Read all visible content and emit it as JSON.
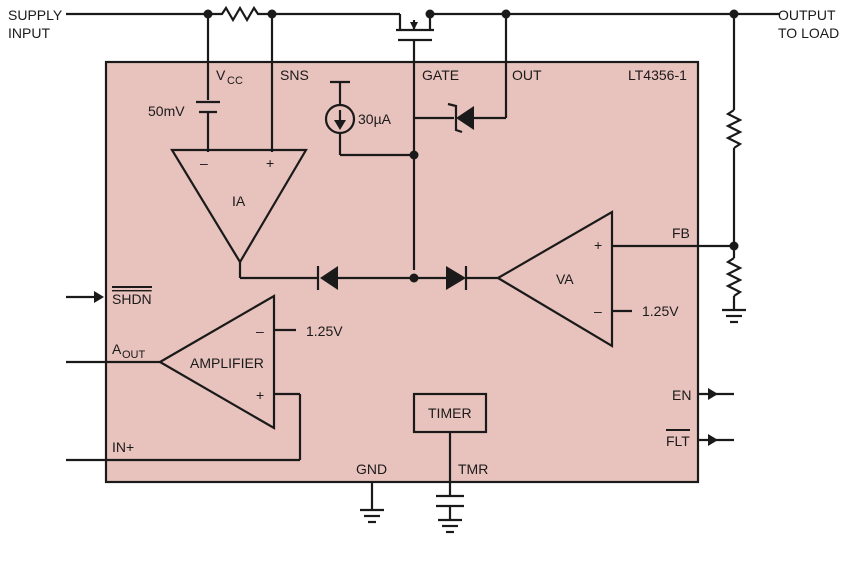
{
  "diagram": {
    "part_number": "LT4356-1",
    "supply_input": [
      "SUPPLY",
      "INPUT"
    ],
    "output_to_load": [
      "OUTPUT",
      "TO LOAD"
    ],
    "pins": {
      "vcc_main": "V",
      "vcc_sub": "CC",
      "sns": "SNS",
      "gate": "GATE",
      "out": "OUT",
      "fb": "FB",
      "shdn": "SHDN",
      "aout_main": "A",
      "aout_sub": "OUT",
      "in_plus": "IN+",
      "en": "EN",
      "flt": "FLT",
      "gnd": "GND",
      "tmr": "TMR"
    },
    "blocks": {
      "ia": "IA",
      "va": "VA",
      "amplifier": "AMPLIFIER",
      "timer": "TIMER"
    },
    "values": {
      "offset_voltage": "50mV",
      "current_source": "30µA",
      "va_ref": "1.25V",
      "amp_ref": "1.25V"
    },
    "signs": {
      "plus": "+",
      "minus": "–"
    },
    "colors": {
      "chip_fill": "#e8c2bc",
      "line": "#1a1a1a"
    }
  }
}
